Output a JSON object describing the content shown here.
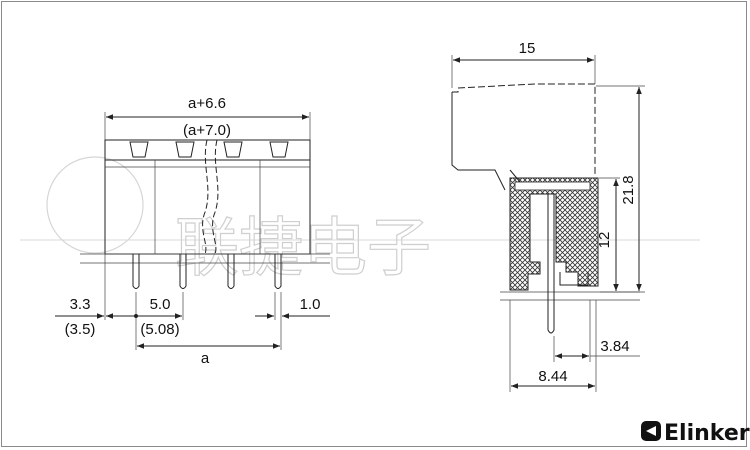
{
  "front_view": {
    "overall_width": "a+6.6",
    "overall_width_alt": "(a+7.0)",
    "edge_offset": "3.3",
    "edge_offset_alt": "(3.5)",
    "pitch": "5.0",
    "pitch_alt": "(5.08)",
    "pin_width": "1.0",
    "pin_span": "a"
  },
  "side_view": {
    "depth": "15",
    "height": "21.8",
    "body_height": "12",
    "pin_offset": "3.84",
    "base_width": "8.44"
  },
  "watermark": "联捷电子",
  "brand": {
    "name": "Elinker"
  }
}
